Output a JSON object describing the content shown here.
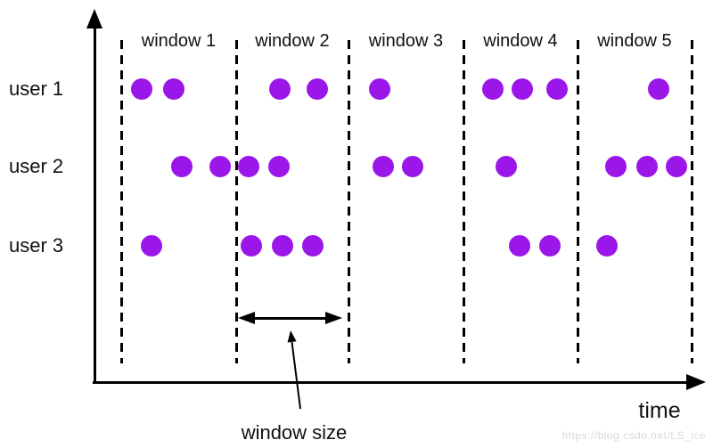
{
  "labels": {
    "time": "time",
    "window_size": "window size",
    "watermark": "https://blog.csdn.net/LS_ice"
  },
  "colors": {
    "event_dot": "#9b16e9",
    "line": "#000000",
    "text": "#111111",
    "watermark": "#d8d8d8"
  },
  "chart_data": {
    "type": "scatter",
    "title": "",
    "xlabel": "time",
    "description": "Events (dots) per user over time, partitioned into 5 equal windows; double arrow marks the window size",
    "users": [
      "user 1",
      "user 2",
      "user 3"
    ],
    "windows": [
      "window 1",
      "window 2",
      "window 3",
      "window 4",
      "window 5"
    ],
    "events_per_window": {
      "user 1": [
        2,
        2,
        1,
        3,
        1
      ],
      "user 2": [
        2,
        2,
        2,
        1,
        3
      ],
      "user 3": [
        1,
        3,
        0,
        2,
        1
      ]
    }
  },
  "geometry": {
    "boundaries_x": [
      136,
      265,
      391,
      520,
      648,
      776
    ],
    "row_y": [
      100,
      187,
      276
    ],
    "dot_xs": [
      [
        159,
        195,
        314,
        356,
        426,
        553,
        586,
        625,
        739
      ],
      [
        204,
        247,
        279,
        313,
        430,
        463,
        568,
        691,
        726,
        759
      ],
      [
        170,
        282,
        317,
        351,
        583,
        617,
        681
      ]
    ]
  }
}
